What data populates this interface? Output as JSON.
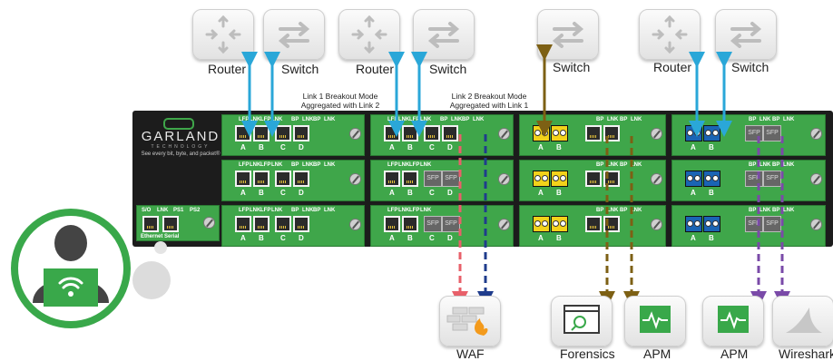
{
  "labels": {
    "router": "Router",
    "switch": "Switch",
    "link1_note": "Link 1 Breakout Mode\nAggregated with Link 2",
    "link2_note": "Link 2 Breakout Mode\nAggregated with Link 1",
    "waf": "WAF",
    "forensics": "Forensics",
    "apm": "APM",
    "wireshark": "Wireshark"
  },
  "brand": {
    "name": "GARLAND",
    "sub": "TECHNOLOGY",
    "tagline": "See every bit, byte, and packet®"
  },
  "mgmt": {
    "port_labels": [
      "S/O",
      "LNK",
      "PS1",
      "PS2"
    ],
    "ethernet": "Ethernet",
    "serial": "Serial"
  },
  "port_texts": {
    "lfp": "LFP",
    "lnk": "LNK",
    "bp": "BP",
    "sfp": "SFP",
    "a": "A",
    "b": "B",
    "c": "C",
    "d": "D"
  },
  "colors": {
    "cyan": "#2aa7d8",
    "red": "#e8606a",
    "navy": "#1f3c8c",
    "brown": "#7d6014",
    "purple": "#7a4aa8",
    "card_green": "#3fa64a",
    "user_green": "#39a84a"
  }
}
